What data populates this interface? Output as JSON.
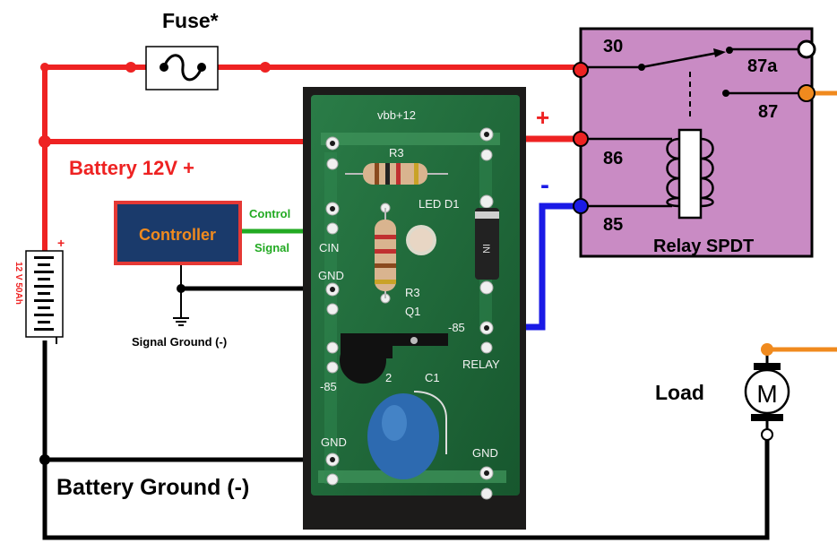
{
  "labels": {
    "fuse": "Fuse*",
    "battery_positive": "Battery 12V +",
    "battery_ground": "Battery Ground (-)",
    "signal_ground": "Signal Ground  (-)",
    "controller": "Controller",
    "control": "Control",
    "signal": "Signal",
    "load": "Load",
    "motor": "M",
    "relay_name": "Relay SPDT",
    "plus_sign": "+",
    "minus_sign": "-",
    "battery_rating": "12 V 50Ah",
    "battery_plus": "+"
  },
  "relay_pins": {
    "p30": "30",
    "p87a": "87a",
    "p87": "87",
    "p86": "86",
    "p85": "85"
  },
  "board_labels": {
    "vbb": "vbb+12",
    "r3_top": "R3",
    "led_d1": "LED D1",
    "cin": "CIN",
    "gnd_left": "GND",
    "r3_mid": "R3",
    "q1": "Q1",
    "m85_right": "-85",
    "relay": "RELAY",
    "m85_left": "-85",
    "c2": "2",
    "c1": "C1",
    "gnd_bottom_left": "GND",
    "gnd_bottom_right": "GND",
    "diode_mark": "IN"
  },
  "colors": {
    "positive_wire": "#ee2222",
    "ground_wire": "#000000",
    "relay_coil_negative_wire": "#1a1ae6",
    "control_signal_wire": "#22aa22",
    "load_wire": "#f08a1e",
    "relay_body": "#c98bc4",
    "controller_body": "#1a3a6b",
    "controller_text": "#f08a1e",
    "controller_border": "#e53935",
    "pcb": "#1e6b3b"
  }
}
